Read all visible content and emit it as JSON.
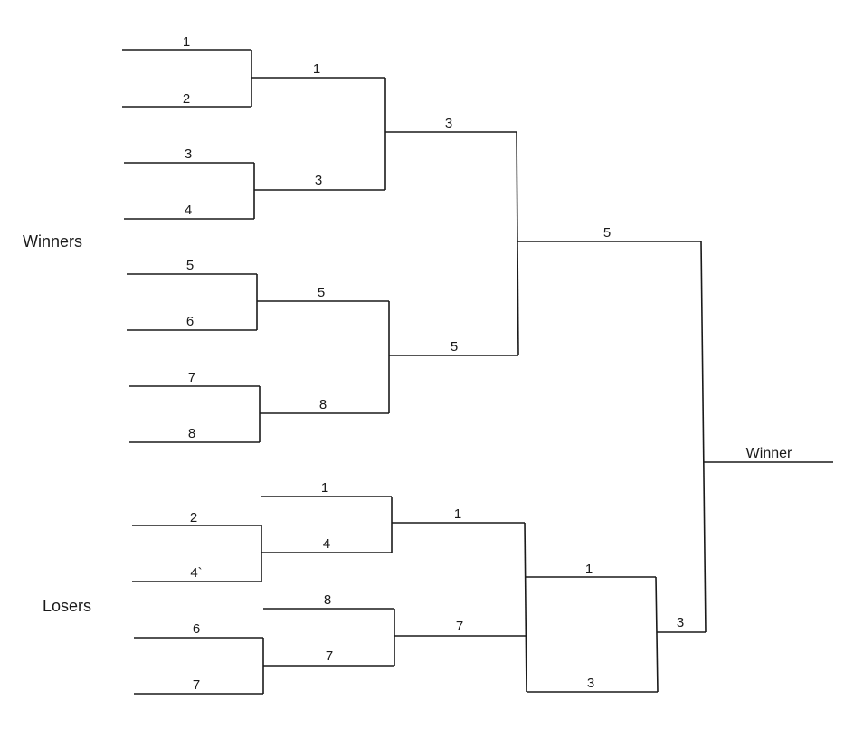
{
  "labels": {
    "winners": "Winners",
    "losers": "Losers",
    "winner": "Winner"
  },
  "winners_bracket": {
    "round1": [
      "1",
      "2",
      "3",
      "4",
      "5",
      "6",
      "7",
      "8"
    ],
    "round2": [
      "1",
      "3",
      "5",
      "8"
    ],
    "round3": [
      "3",
      "5"
    ],
    "final": "5"
  },
  "losers_bracket": {
    "round1": [
      "2",
      "4`",
      "6",
      "7"
    ],
    "round2": [
      "1",
      "4",
      "8",
      "7"
    ],
    "round3": [
      "1",
      "7"
    ],
    "round4": [
      "1",
      "3"
    ],
    "final": "3"
  }
}
